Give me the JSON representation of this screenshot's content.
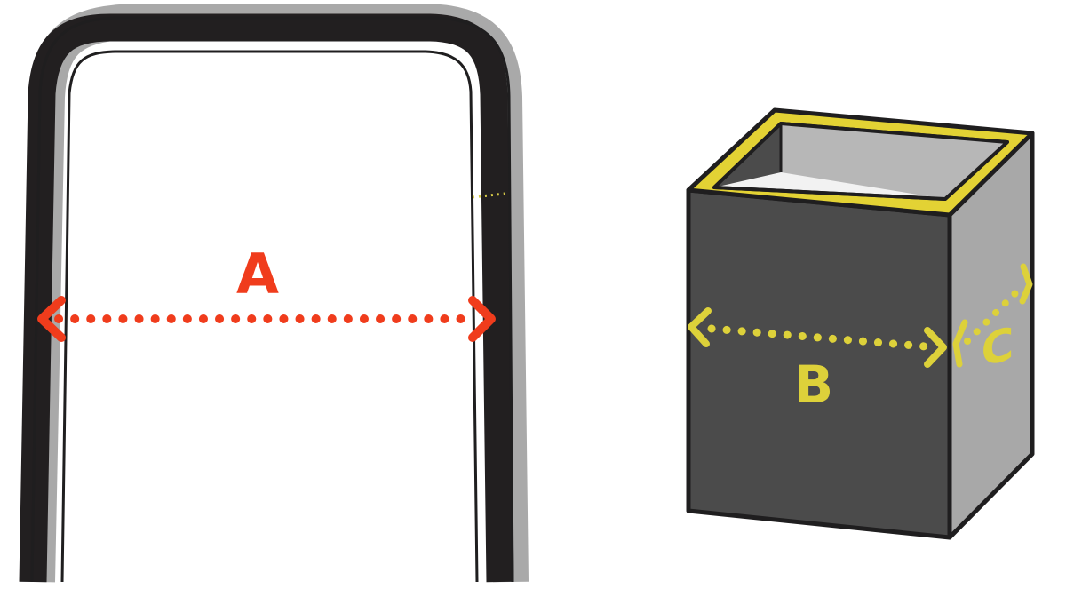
{
  "diagram": {
    "labels": {
      "a": "A",
      "b": "B",
      "c": "C"
    },
    "colors": {
      "outline": "#1f1e1f",
      "tube": "#221f20",
      "highlight": "#a9a9a9",
      "box_front": "#4b4b4b",
      "box_side": "#a8a8a8",
      "box_inner": "#f2f2f2",
      "rim": "#e3d234",
      "measure_a": "#f03c1c",
      "measure_b": "#ddd13a"
    },
    "icons": {
      "bent_tube": "u-shaped-tube-icon",
      "square_box": "square-tube-box-icon"
    }
  }
}
